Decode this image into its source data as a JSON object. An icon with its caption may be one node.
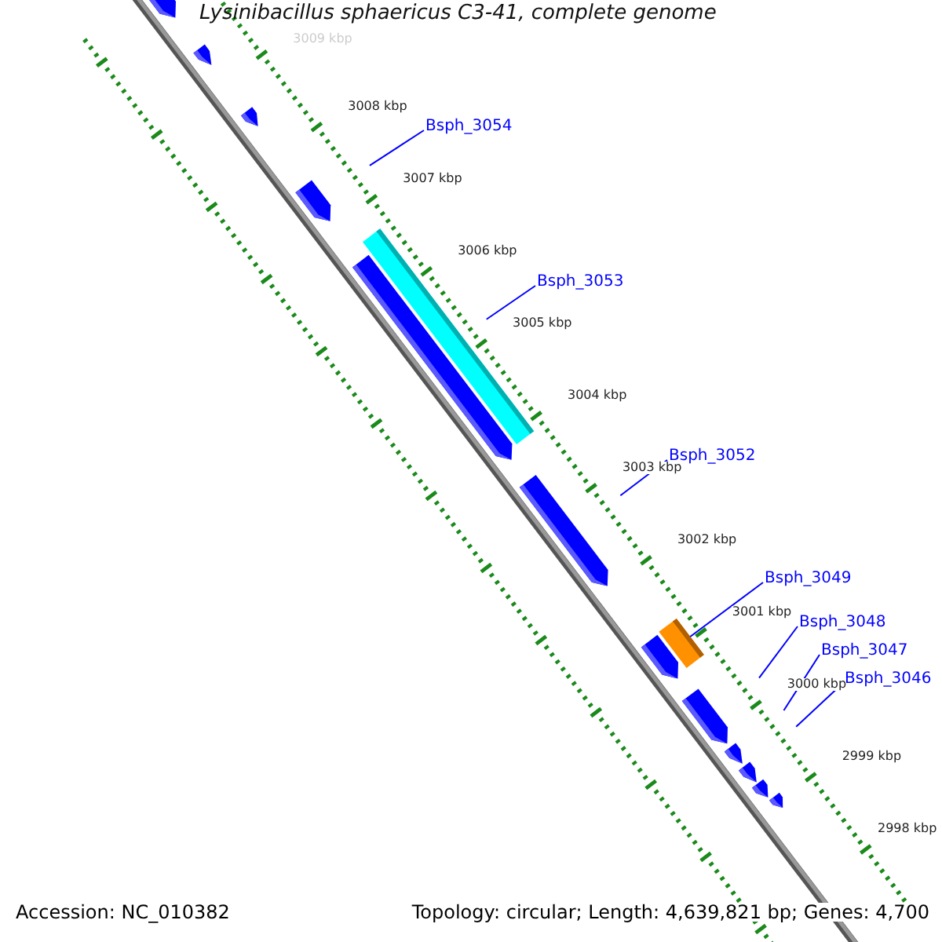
{
  "diagram": {
    "title": "Lysinibacillus sphaericus C3-41, complete genome",
    "nodes": [
      {
        "text": [
          "Bsph_3054"
        ]
      },
      {
        "text": [
          "Bsph_3053"
        ]
      },
      {
        "text": [
          "Bsph_3052"
        ]
      },
      {
        "text": [
          "Bsph_3049"
        ]
      },
      {
        "text": [
          "Bsph_3048"
        ]
      },
      {
        "text": [
          "Bsph_3047"
        ]
      },
      {
        "text": [
          "Bsph_3046"
        ]
      },
      {
        "text": [],
        "shape": "bar"
      }
    ],
    "edges": [
      {
        "from": 0,
        "to": null,
        "arrow": "none"
      },
      {
        "from": 1,
        "to": null,
        "arrow": "none"
      },
      {
        "from": 2,
        "to": null,
        "arrow": "none"
      },
      {
        "from": 3,
        "to": 7,
        "arrow": "none"
      },
      {
        "from": 4,
        "to": null,
        "arrow": "none"
      },
      {
        "from": 5,
        "to": null,
        "arrow": "none"
      },
      {
        "from": 6,
        "to": null,
        "arrow": "none"
      }
    ],
    "labels": [
      "3009 kbp",
      "3008 kbp",
      "3007 kbp",
      "3006 kbp",
      "3005 kbp",
      "3004 kbp",
      "3003 kbp",
      "3002 kbp",
      "3001 kbp",
      "3000 kbp",
      "2999 kbp",
      "2998 kbp",
      "Accession: NC_010382",
      "Topology: circular; Length: 4,639,821 bp; Genes: 4,700"
    ]
  }
}
